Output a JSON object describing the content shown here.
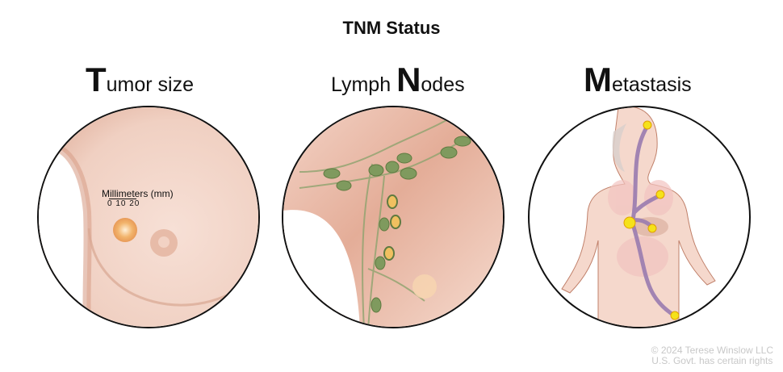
{
  "title": "TNM Status",
  "panels": [
    {
      "key": "T",
      "initial": "T",
      "rest": "umor size",
      "description": "Tumor size illustration: breast with tumor and millimeter scale"
    },
    {
      "key": "N",
      "prefix": "Lymph ",
      "initial": "N",
      "rest": "odes",
      "description": "Lymph nodes illustration: axillary lymph nodes with cancer spread"
    },
    {
      "key": "M",
      "initial": "M",
      "rest": "etastasis",
      "description": "Metastasis illustration: female body with arrows to brain, lung, liver, bone"
    }
  ],
  "scale": {
    "label": "Millimeters (mm)",
    "ticks": "0 10 20"
  },
  "copyright": {
    "line1": "© 2024 Terese Winslow LLC",
    "line2": "U.S. Govt. has certain rights"
  },
  "colors": {
    "skin": "#f3d5c8",
    "skin_shadow": "#dca48e",
    "lymph_node": "#7f9a5e",
    "tumor": "#f0b070",
    "arrow": "#9a7cb0",
    "metastasis_star": "#f5e21a",
    "copyright": "#c8c8c8"
  }
}
